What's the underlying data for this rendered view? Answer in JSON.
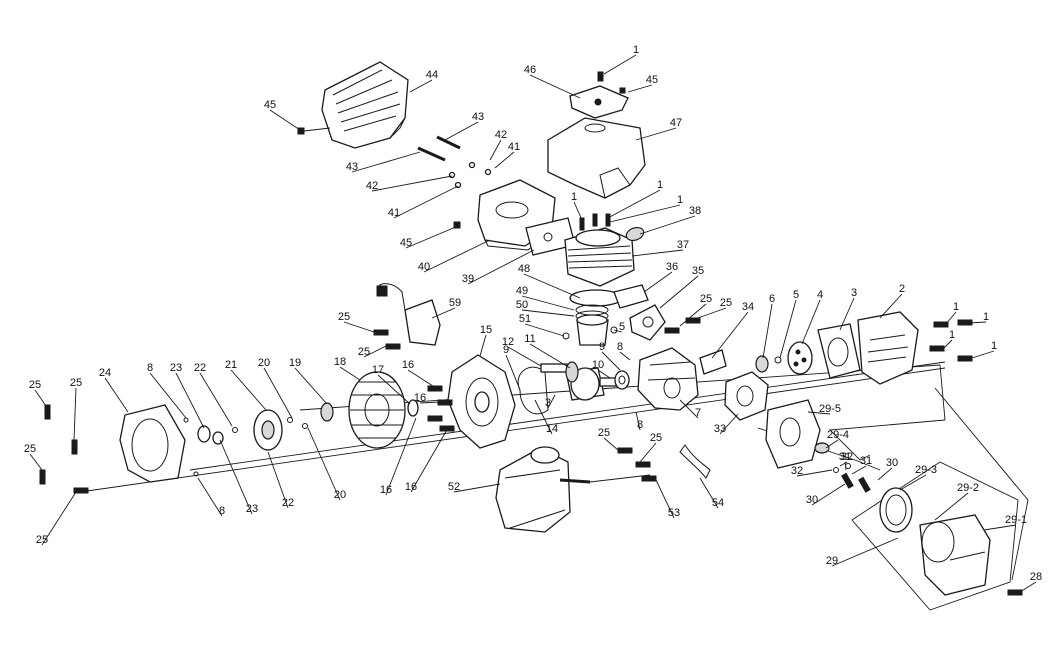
{
  "diagram": {
    "labels": [
      {
        "text": "44"
      },
      {
        "text": "45"
      },
      {
        "text": "43"
      },
      {
        "text": "43"
      },
      {
        "text": "42"
      },
      {
        "text": "42"
      },
      {
        "text": "41"
      },
      {
        "text": "41"
      },
      {
        "text": "45"
      },
      {
        "text": "40"
      },
      {
        "text": "39"
      },
      {
        "text": "46"
      },
      {
        "text": "1"
      },
      {
        "text": "45"
      },
      {
        "text": "47"
      },
      {
        "text": "1"
      },
      {
        "text": "1"
      },
      {
        "text": "1"
      },
      {
        "text": "38"
      },
      {
        "text": "37"
      },
      {
        "text": "36"
      },
      {
        "text": "48"
      },
      {
        "text": "49"
      },
      {
        "text": "50"
      },
      {
        "text": "51"
      },
      {
        "text": "5"
      },
      {
        "text": "35"
      },
      {
        "text": "25"
      },
      {
        "text": "25"
      },
      {
        "text": "34"
      },
      {
        "text": "6"
      },
      {
        "text": "5"
      },
      {
        "text": "4"
      },
      {
        "text": "3"
      },
      {
        "text": "2"
      },
      {
        "text": "1"
      },
      {
        "text": "1"
      },
      {
        "text": "1"
      },
      {
        "text": "1"
      },
      {
        "text": "59"
      },
      {
        "text": "25"
      },
      {
        "text": "25"
      },
      {
        "text": "15"
      },
      {
        "text": "12"
      },
      {
        "text": "11"
      },
      {
        "text": "9"
      },
      {
        "text": "10"
      },
      {
        "text": "9"
      },
      {
        "text": "8"
      },
      {
        "text": "16"
      },
      {
        "text": "18"
      },
      {
        "text": "17"
      },
      {
        "text": "16"
      },
      {
        "text": "19"
      },
      {
        "text": "20"
      },
      {
        "text": "21"
      },
      {
        "text": "22"
      },
      {
        "text": "23"
      },
      {
        "text": "8"
      },
      {
        "text": "24"
      },
      {
        "text": "25"
      },
      {
        "text": "25"
      },
      {
        "text": "25"
      },
      {
        "text": "25"
      },
      {
        "text": "8"
      },
      {
        "text": "23"
      },
      {
        "text": "22"
      },
      {
        "text": "20"
      },
      {
        "text": "16"
      },
      {
        "text": "16"
      },
      {
        "text": "52"
      },
      {
        "text": "14"
      },
      {
        "text": "3"
      },
      {
        "text": "7"
      },
      {
        "text": "8"
      },
      {
        "text": "25"
      },
      {
        "text": "25"
      },
      {
        "text": "53"
      },
      {
        "text": "54"
      },
      {
        "text": "33"
      },
      {
        "text": "29-5"
      },
      {
        "text": "29-4"
      },
      {
        "text": "32"
      },
      {
        "text": "31"
      },
      {
        "text": "32"
      },
      {
        "text": "31"
      },
      {
        "text": "30"
      },
      {
        "text": "30"
      },
      {
        "text": "29-3"
      },
      {
        "text": "29-2"
      },
      {
        "text": "29-1"
      },
      {
        "text": "29"
      },
      {
        "text": "28"
      }
    ]
  }
}
